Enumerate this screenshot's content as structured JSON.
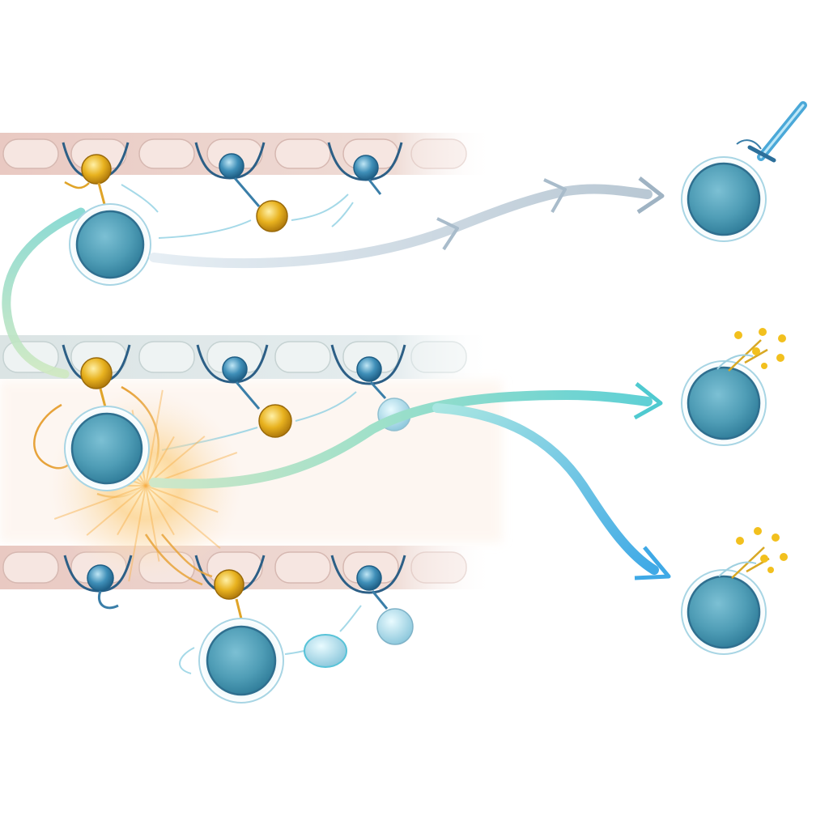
{
  "diagram": {
    "kind": "unlabeled-illustration",
    "text_labels": [],
    "lanes": [
      {
        "id": "lane-1",
        "activated": false,
        "outcome": "cell-with-probe"
      },
      {
        "id": "lane-2",
        "activated": true,
        "outcome": "cell-releasing-particles"
      },
      {
        "id": "lane-3",
        "activated": false,
        "outcome": "cell-releasing-particles"
      }
    ],
    "colors": {
      "tissue_fill": "#efd9d3",
      "tissue_edge": "#c9aaa4",
      "tissue_cool": "#dde7ea",
      "cell_fill": "#4f9db6",
      "cell_membrane": "#2f6f8f",
      "cell_halo": "#e6f4f8",
      "receptor": "#2c5f86",
      "gold_marker": "#e8b21f",
      "blue_marker": "#3f8fb8",
      "arrow_grey": "#c9d6e0",
      "arrow_cyan": "#5fd0d5",
      "arrow_blue": "#4bb3e8",
      "burst": "#f7b04a",
      "particles": "#f2c01e"
    }
  }
}
